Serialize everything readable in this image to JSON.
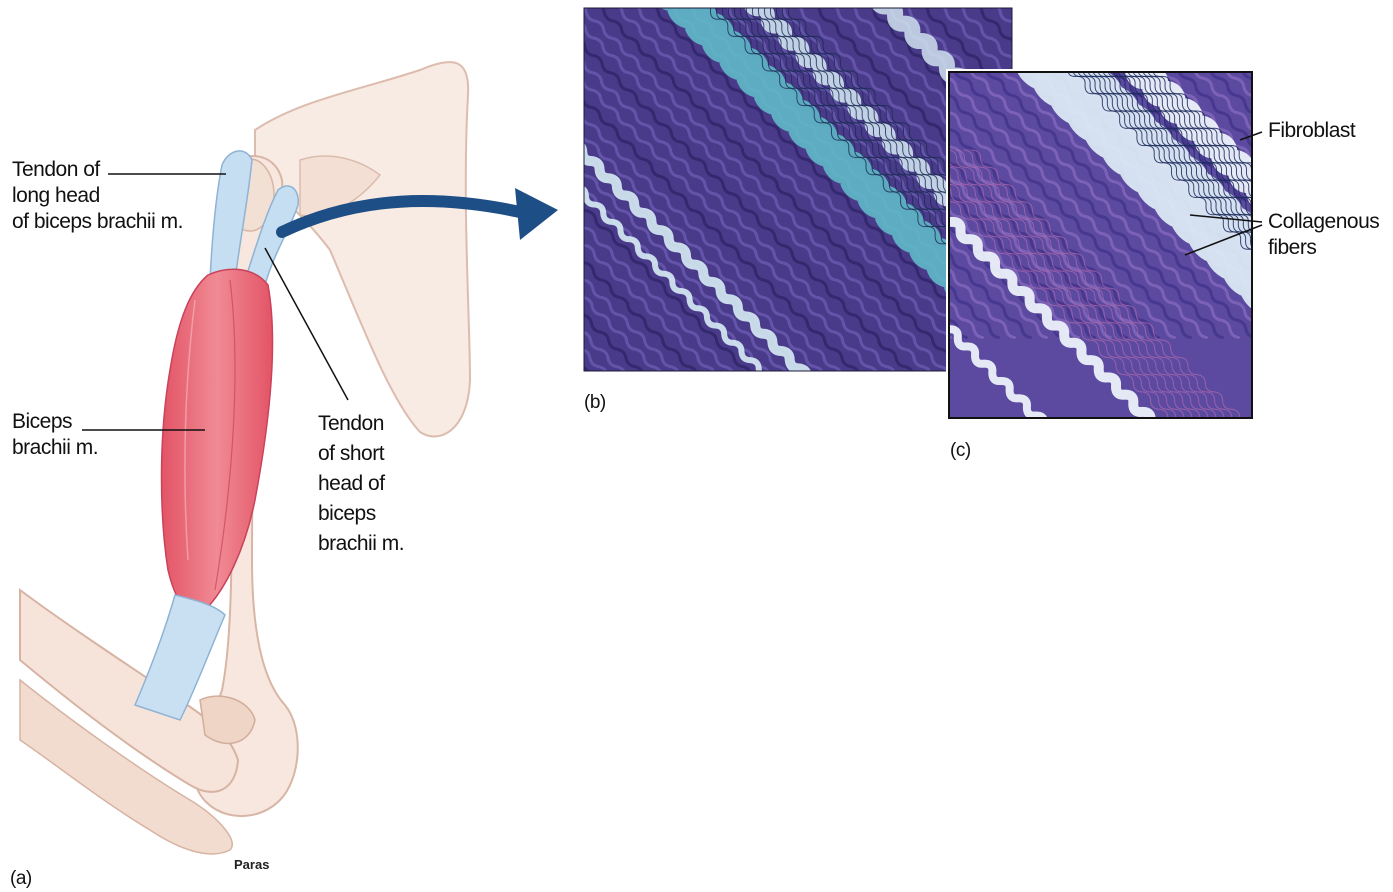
{
  "labels": {
    "tendon_long_head": "Tendon of\nlong head\nof biceps brachii m.",
    "biceps_brachii": "Biceps\nbrachii m.",
    "tendon_short_head": "Tendon\nof short\nhead of\nbiceps\nbrachii m.",
    "fibroblast": "Fibroblast",
    "collagenous_fibers": "Collagenous\nfibers"
  },
  "panels": {
    "a": "(a)",
    "b": "(b)",
    "c": "(c)"
  },
  "signature": "Paras",
  "colors": {
    "bone": "#f6e6dc",
    "bone_outline": "#d9b8a8",
    "muscle": "#e96a78",
    "tendon": "#bcd8ef",
    "arrow": "#1e4e86",
    "micro_dark": "#4a3c8c",
    "micro_light": "#d7ecf4",
    "micro_teal": "#5fb9c6"
  }
}
